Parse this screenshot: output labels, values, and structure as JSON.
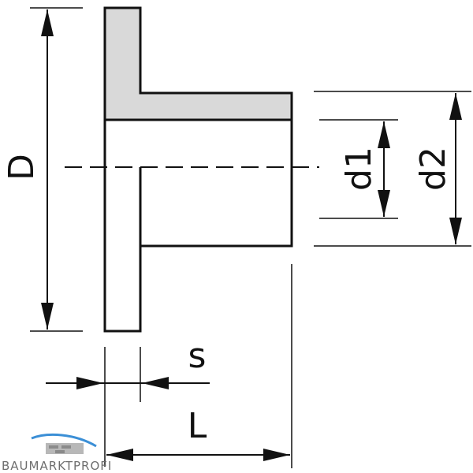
{
  "diagram": {
    "labels": {
      "D": "D",
      "d1": "d1",
      "d2": "d2",
      "s": "s",
      "L": "L"
    },
    "colors": {
      "stroke": "#111111",
      "section_fill": "#d9d9d9",
      "logo_blue": "#3b8fd6",
      "logo_gray": "#6e6e6e"
    }
  },
  "watermark": {
    "text": "BAUMARKTPROFI"
  }
}
